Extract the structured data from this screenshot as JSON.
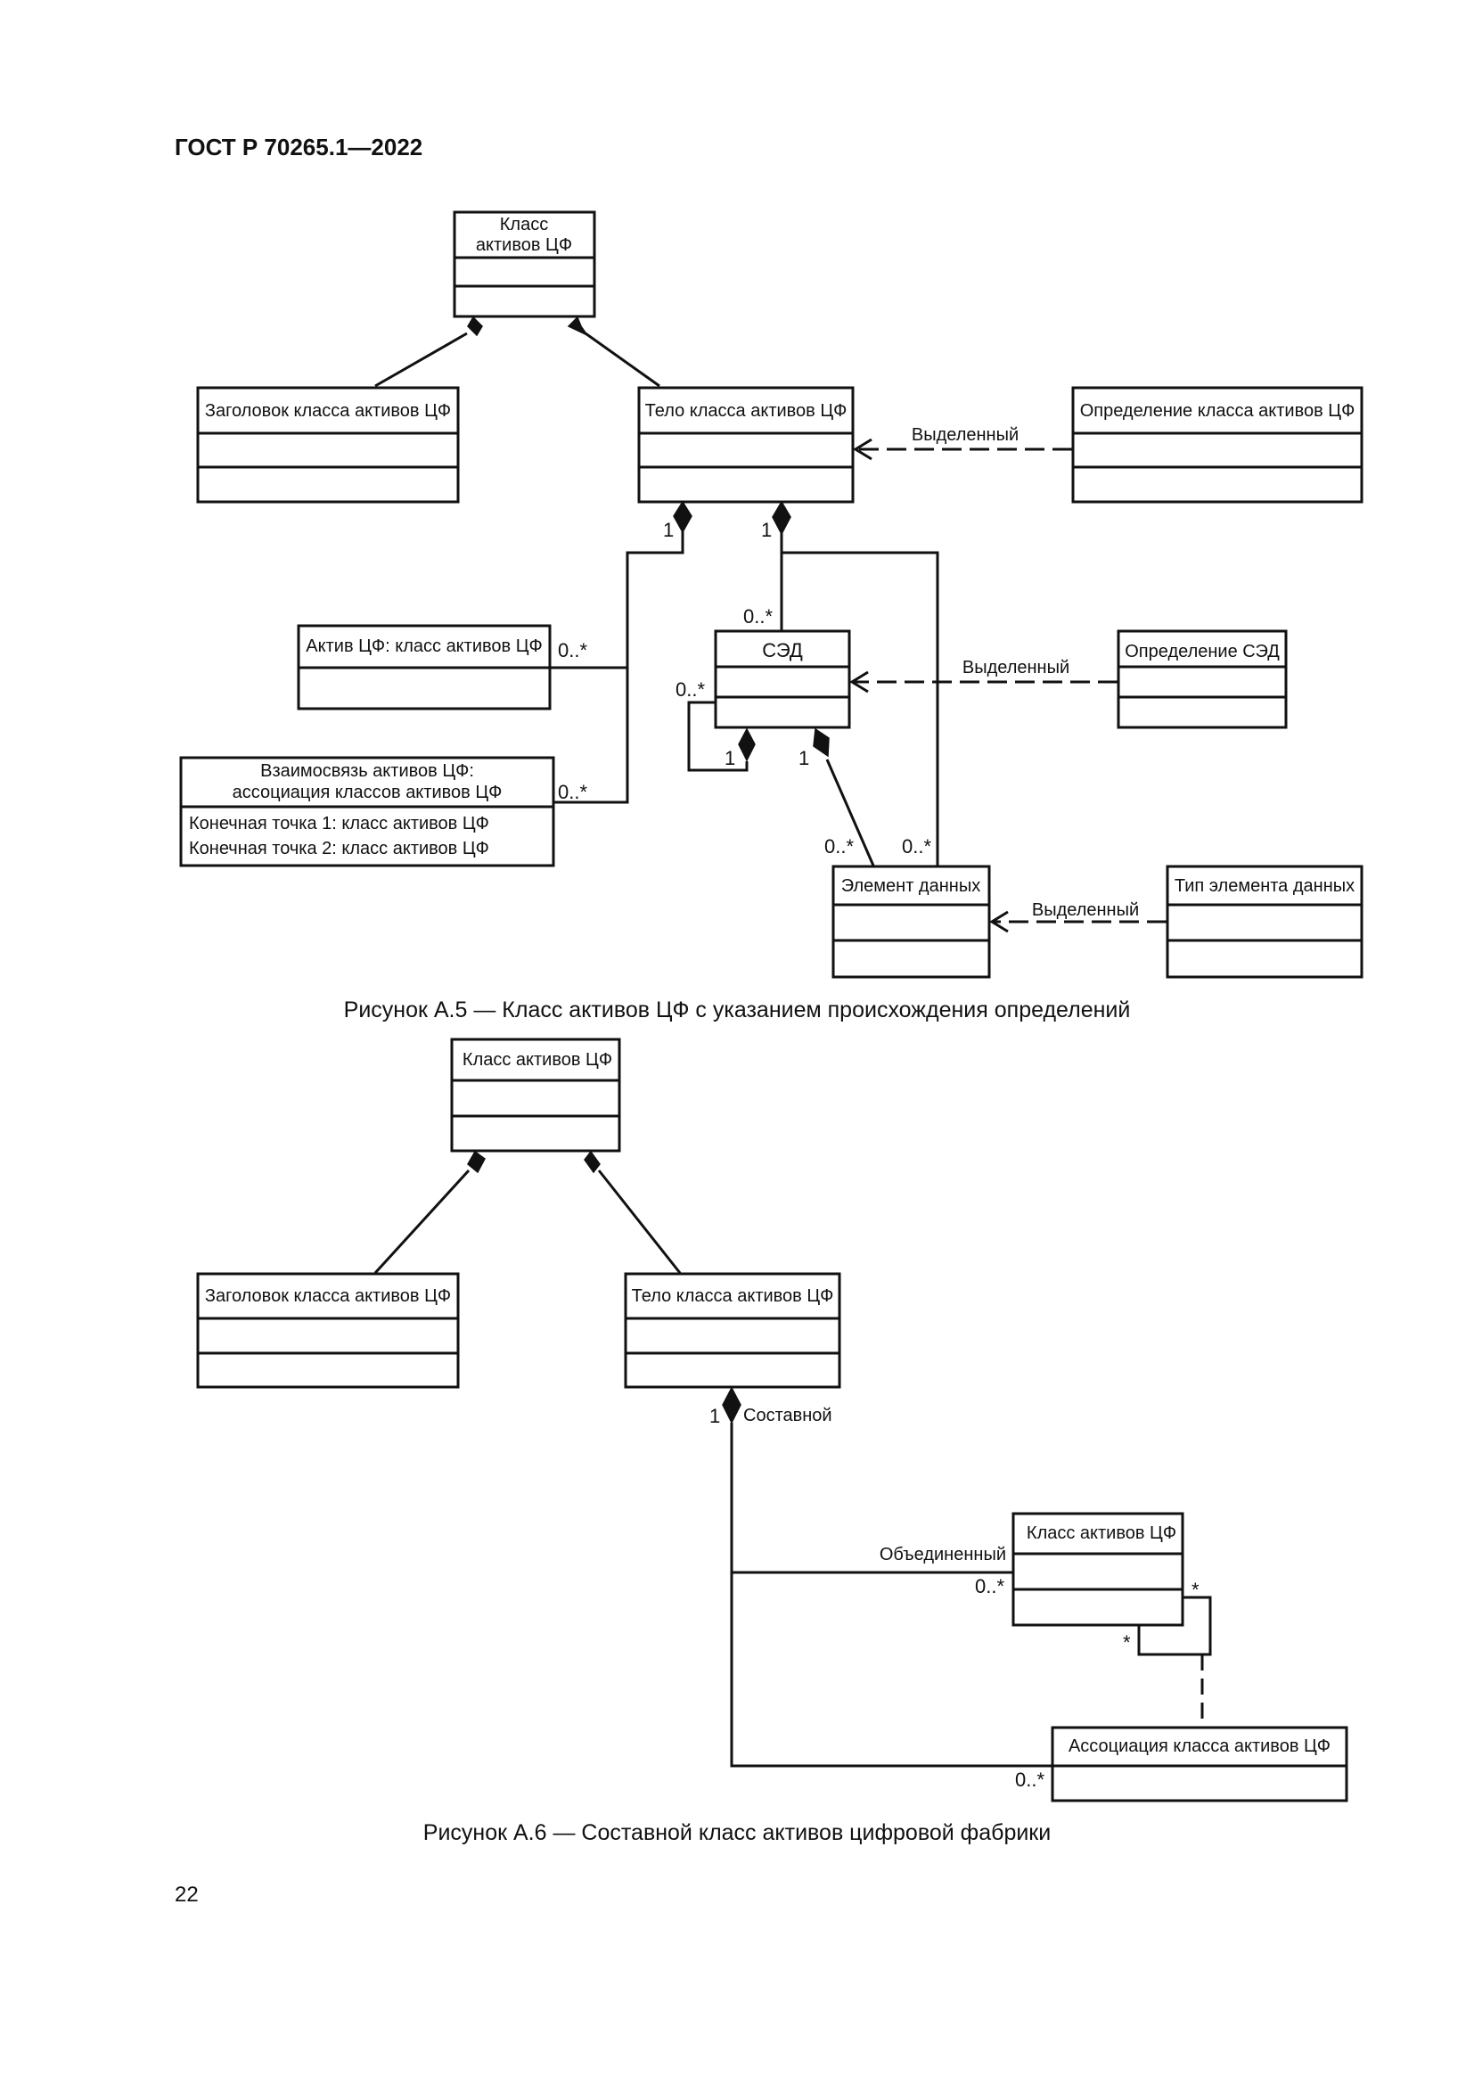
{
  "header": {
    "doc_id": "ГОСТ Р 70265.1—2022"
  },
  "page_number": "22",
  "figure_a5": {
    "caption": "Рисунок А.5 — Класс активов ЦФ с указанием происхождения определений",
    "classes": {
      "root": {
        "line1": "Класс",
        "line2": "активов ЦФ"
      },
      "header": "Заголовок класса активов ЦФ",
      "body": "Тело класса активов ЦФ",
      "definition": "Определение класса активов ЦФ",
      "asset": "Актив ЦФ: класс активов ЦФ",
      "relation": {
        "line1": "Взаимосвязь активов ЦФ:",
        "line2": "ассоциация классов активов ЦФ",
        "attr1": "Конечная точка 1: класс активов ЦФ",
        "attr2": "Конечная точка 2: класс активов ЦФ"
      },
      "sed": "СЭД",
      "sed_definition": "Определение СЭД",
      "data_element": "Элемент данных",
      "data_element_type": "Тип элемента данных"
    },
    "labels": {
      "derived1": "Выделенный",
      "derived2": "Выделенный",
      "derived3": "Выделенный",
      "mult_one_a": "1",
      "mult_one_b": "1",
      "mult_sed_top": "0..*",
      "mult_asset": "0..*",
      "mult_relation": "0..*",
      "mult_sed_self": "0..*",
      "mult_sed_self_one": "1",
      "mult_sed_one": "1",
      "mult_de_left": "0..*",
      "mult_de_right": "0..*"
    }
  },
  "figure_a6": {
    "caption": "Рисунок А.6 — Составной класс активов цифровой фабрики",
    "classes": {
      "root": "Класс активов ЦФ",
      "header": "Заголовок класса активов ЦФ",
      "body": "Тело класса активов ЦФ",
      "united": "Класс активов ЦФ",
      "association": "Ассоциация класса активов ЦФ"
    },
    "labels": {
      "mult_one": "1",
      "composite": "Составной",
      "united_role": "Объединенный",
      "mult_united": "0..*",
      "mult_assoc": "0..*",
      "star_right": "*",
      "star_bottom": "*"
    }
  }
}
